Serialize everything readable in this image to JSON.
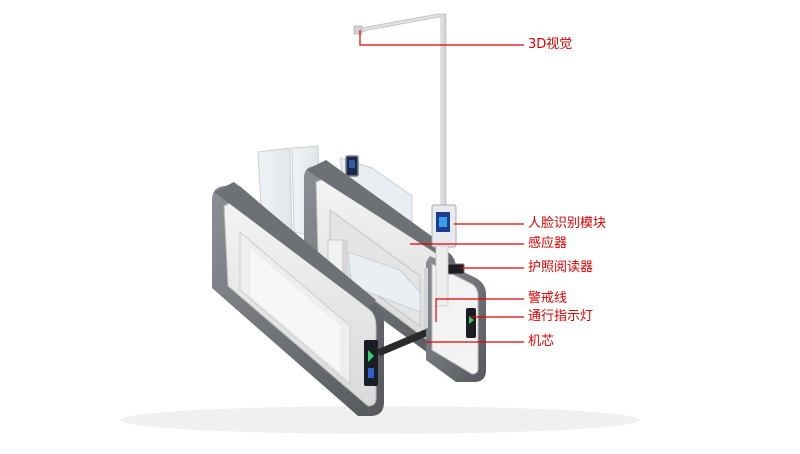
{
  "diagram": {
    "label_color": "#e00000",
    "labels": {
      "vision_3d": "3D视觉",
      "face_module": "人脸识别模块",
      "sensor": "感应器",
      "passport_reader": "护照阅读器",
      "warning_line": "警戒线",
      "pass_indicator": "通行指示灯",
      "core": "机芯"
    }
  }
}
